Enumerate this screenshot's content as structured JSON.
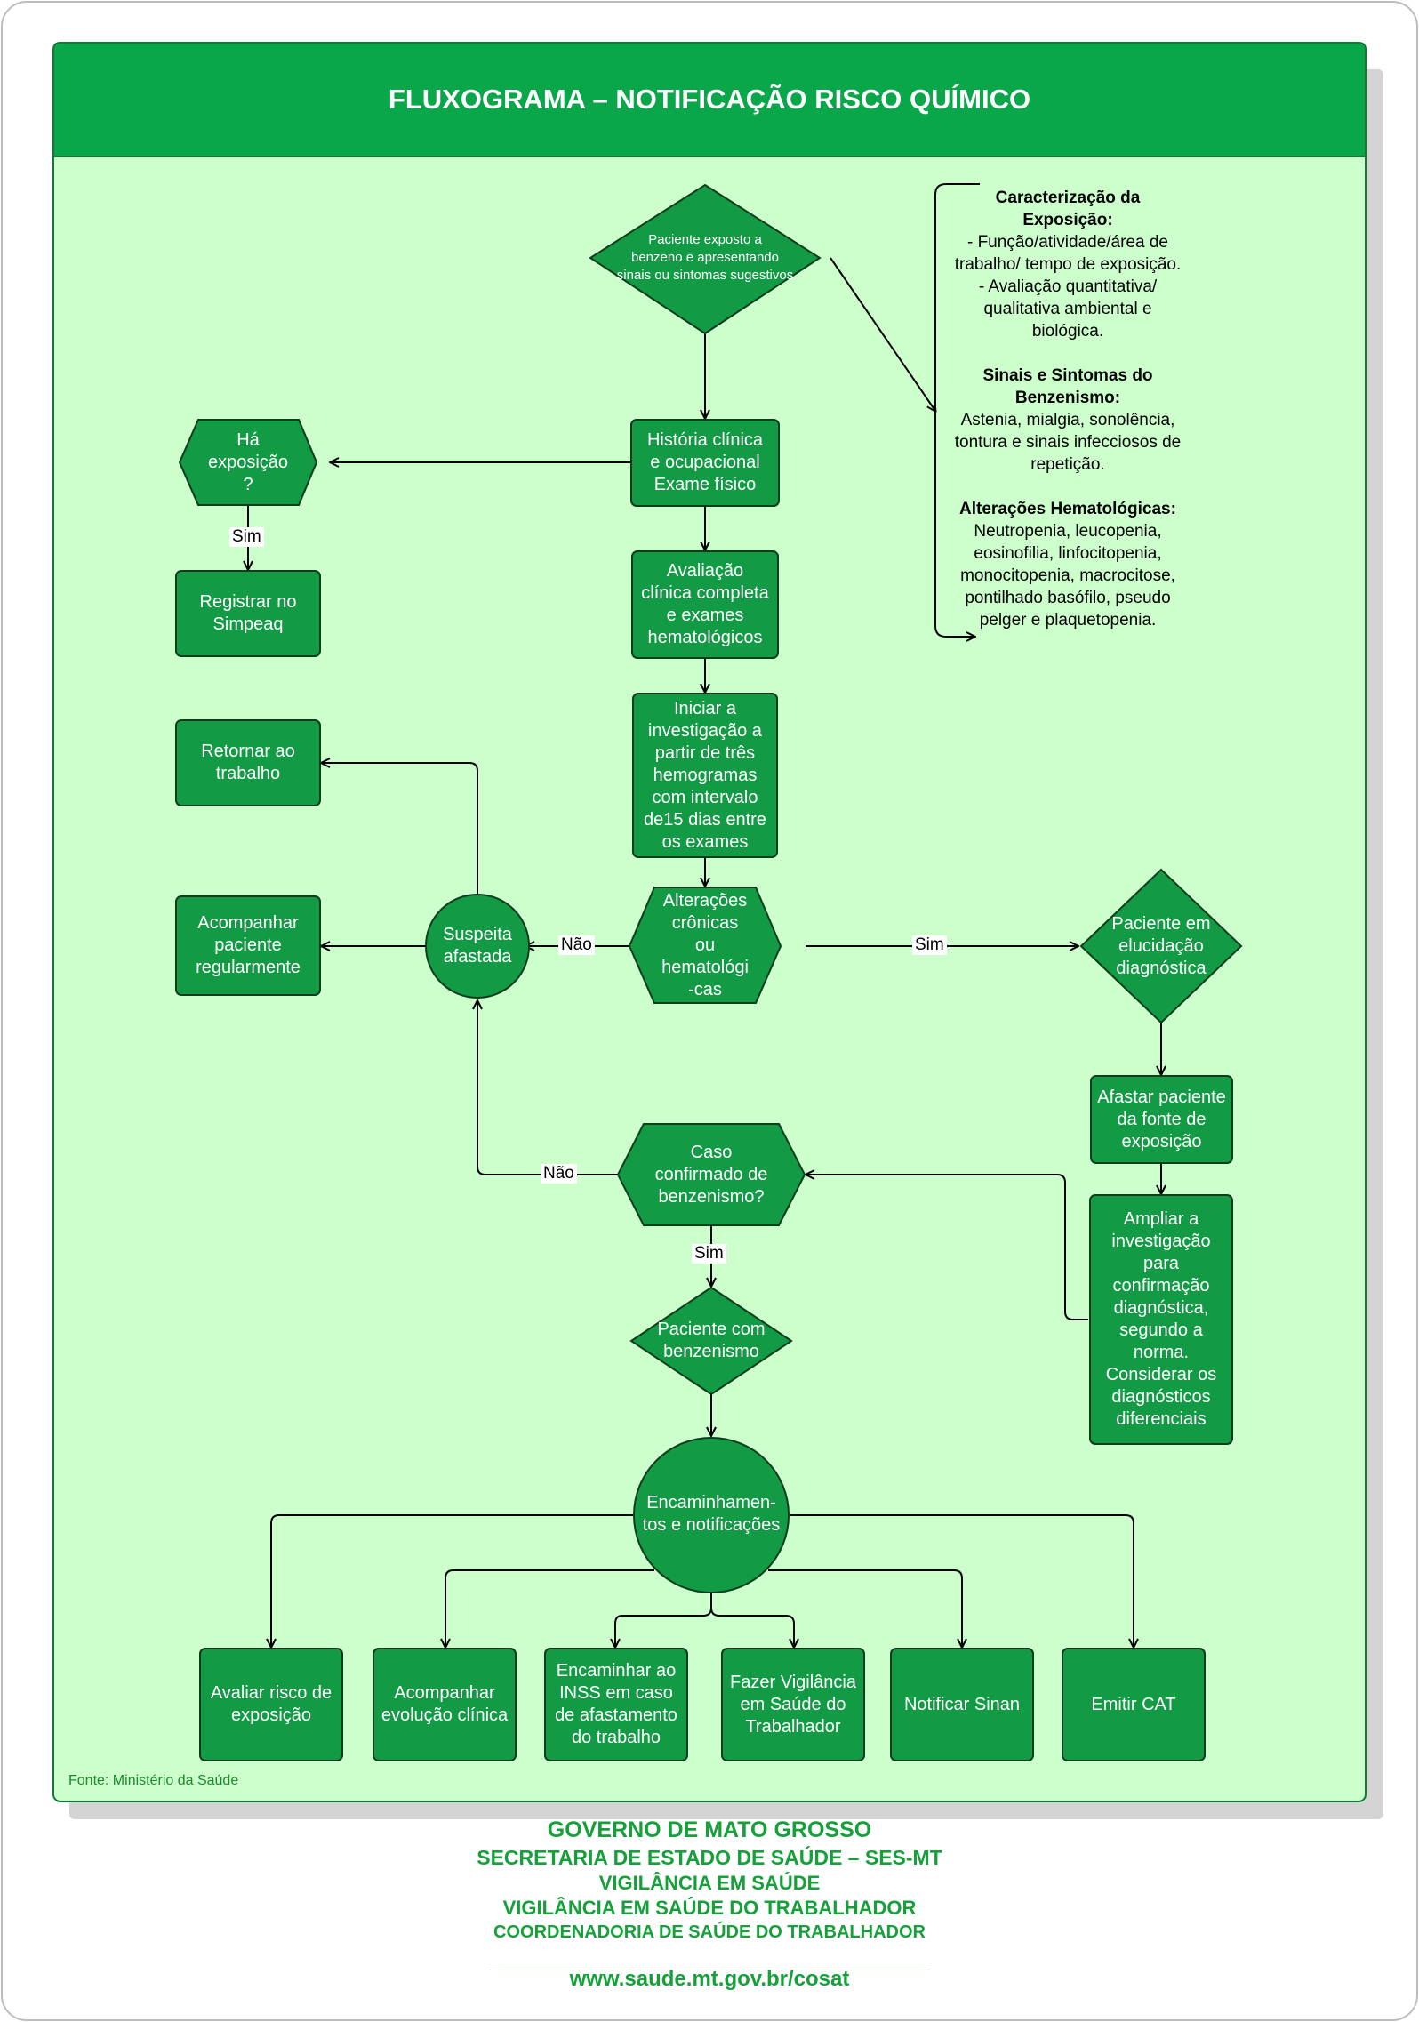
{
  "title": "FLUXOGRAMA – NOTIFICAÇÃO RISCO QUÍMICO",
  "colors": {
    "node": "#139a45",
    "panel": "#ccffcc",
    "header": "#0aa64a",
    "text_green": "#15a03a"
  },
  "nodes": {
    "start": "Paciente exposto a\nbenzeno e apresentando\nsinais ou sintomas sugestivos",
    "historia": "História clínica\ne ocupacional\nExame físico",
    "ha_exposicao": "Há\nexposição\n?",
    "registrar": "Registrar no\nSimpeaq",
    "avaliacao": "Avaliação\nclínica completa\ne exames\nhematológicos",
    "iniciar": "Iniciar a\ninvestigação a\npartir de três\nhemogramas\ncom intervalo\nde15 dias entre\nos exames",
    "retornar": "Retornar ao\ntrabalho",
    "acompanhar_reg": "Acompanhar\npaciente\nregularmente",
    "suspeita": "Suspeita\nafastada",
    "alteracoes": "Alterações\ncrônicas\nou\nhematológi\n-cas",
    "elucidacao": "Paciente em\nelucidação\ndiagnóstica",
    "afastar": "Afastar paciente\nda fonte de\nexposição",
    "ampliar": "Ampliar a\ninvestigação\npara\nconfirmação\ndiagnóstica,\nsegundo a\nnorma.\nConsiderar os\ndiagnósticos\ndiferenciais",
    "caso": "Caso\nconfirmado de\nbenzenismo?",
    "paciente_benz": "Paciente com\nbenzenismo",
    "encaminhamentos": "Encaminhamen-\ntos e notificações",
    "avaliar_risco": "Avaliar risco de\nexposição",
    "acompanhar_evol": "Acompanhar\nevolução clínica",
    "inss": "Encaminhar ao\nINSS em caso\nde afastamento\ndo trabalho",
    "vigilancia": "Fazer Vigilância\nem Saúde do\nTrabalhador",
    "sinan": "Notificar Sinan",
    "cat": "Emitir CAT"
  },
  "edge_labels": {
    "sim1": "Sim",
    "nao1": "Não",
    "sim2": "Sim",
    "nao2": "Não",
    "sim3": "Sim"
  },
  "info": {
    "h1": "Caracterização da\nExposição:",
    "t1": "- Função/atividade/área de\ntrabalho/ tempo de exposição.\n- Avaliação quantitativa/\nqualitativa ambiental e\nbiológica.",
    "h2": "Sinais e Sintomas do\nBenzenismo:",
    "t2": "Astenia, mialgia, sonolência,\ntontura e sinais infecciosos de\nrepetição.",
    "h3": "Alterações Hematológicas:",
    "t3": "Neutropenia, leucopenia,\neosinofilia, linfocitopenia,\nmonocitopenia, macrocitose,\npontilhado basófilo, pseudo\npelger e plaquetopenia."
  },
  "source": "Fonte: Ministério da Saúde",
  "footer": {
    "line1": "GOVERNO DE MATO GROSSO",
    "line2": "SECRETARIA DE ESTADO DE SAÚDE – SES-MT",
    "line3": "VIGILÂNCIA EM SAÚDE",
    "line4": "VIGILÂNCIA EM SAÚDE DO TRABALHADOR",
    "line5": "COORDENADORIA DE SAÚDE DO TRABALHADOR",
    "url": "www.saude.mt.gov.br/cosat"
  }
}
